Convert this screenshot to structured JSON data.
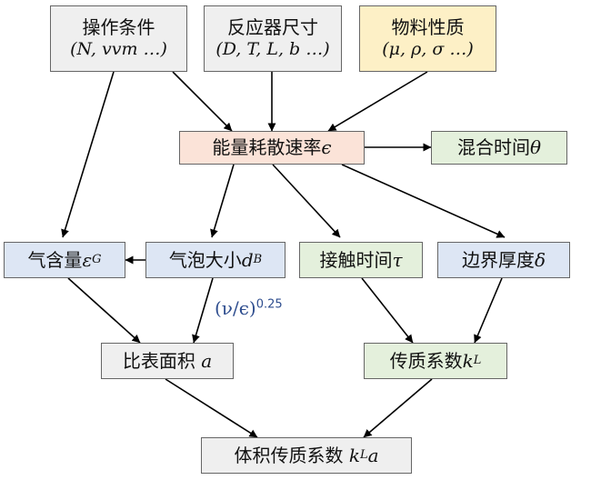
{
  "colors": {
    "gray_fill": "#efefef",
    "yellow_fill": "#fdf0c6",
    "orange_fill": "#fbe3d8",
    "green_fill": "#e4f0dc",
    "blue_fill": "#dde6f4",
    "border": "#666666",
    "arrow": "#000000",
    "annotation": "#2f4e8f"
  },
  "nodes": {
    "operating_conditions": {
      "line1": "操作条件",
      "line2": "(N, vvm …)"
    },
    "reactor_size": {
      "line1": "反应器尺寸",
      "line2": "(D, T, L, b …)"
    },
    "material_properties": {
      "line1": "物料性质",
      "line2": "(μ, ρ, σ …)"
    },
    "energy_dissipation": {
      "label": "能量耗散速率",
      "symbol": "ϵ"
    },
    "mixing_time": {
      "label": "混合时间",
      "symbol": "θ"
    },
    "gas_holdup": {
      "label": "气含量",
      "symbol": "ε",
      "sub": "G"
    },
    "bubble_size": {
      "label": "气泡大小",
      "symbol": "d",
      "sub": "B"
    },
    "contact_time": {
      "label": "接触时间",
      "symbol": "τ"
    },
    "boundary_thickness": {
      "label": "边界厚度",
      "symbol": "δ"
    },
    "specific_area": {
      "label": "比表面积 ",
      "symbol": "a"
    },
    "mass_transfer_coef": {
      "label": "传质系数",
      "symbol": "k",
      "sub": "L"
    },
    "volumetric_coef": {
      "label": "体积传质系数 ",
      "symbol": "k",
      "sub": "L",
      "symbol2": "a"
    }
  },
  "annotation": {
    "base": "(ν/ϵ)",
    "exponent": "0.25"
  }
}
